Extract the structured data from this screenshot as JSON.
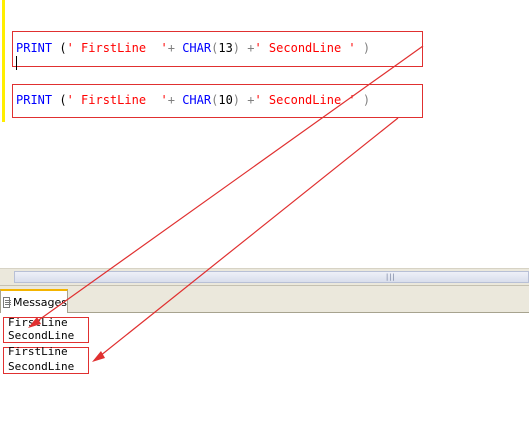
{
  "editor": {
    "lines": [
      {
        "kw1": "PRINT",
        "p1": " (",
        "s1": "' FirstLine  '",
        "op1": "+",
        "fn": "CHAR",
        "p2": "(",
        "num": "13",
        "p3": ") ",
        "op2": "+",
        "s2": "' SecondLine '",
        "p4": " )"
      },
      {
        "kw1": "PRINT",
        "p1": " (",
        "s1": "' FirstLine  '",
        "op1": "+",
        "fn": "CHAR",
        "p2": "(",
        "num": "10",
        "p3": ") ",
        "op2": "+",
        "s2": "' SecondLine '",
        "p4": " )"
      }
    ]
  },
  "results_tab": {
    "label": "Messages",
    "icon": "messages-icon"
  },
  "messages": {
    "group1": [
      "FirstLine",
      "SecondLine"
    ],
    "group2": [
      "FirstLine",
      "SecondLine"
    ]
  },
  "colors": {
    "keyword": "#0000ff",
    "string": "#ff0000",
    "annotation": "#e03030",
    "tab_accent": "#f4b400"
  }
}
